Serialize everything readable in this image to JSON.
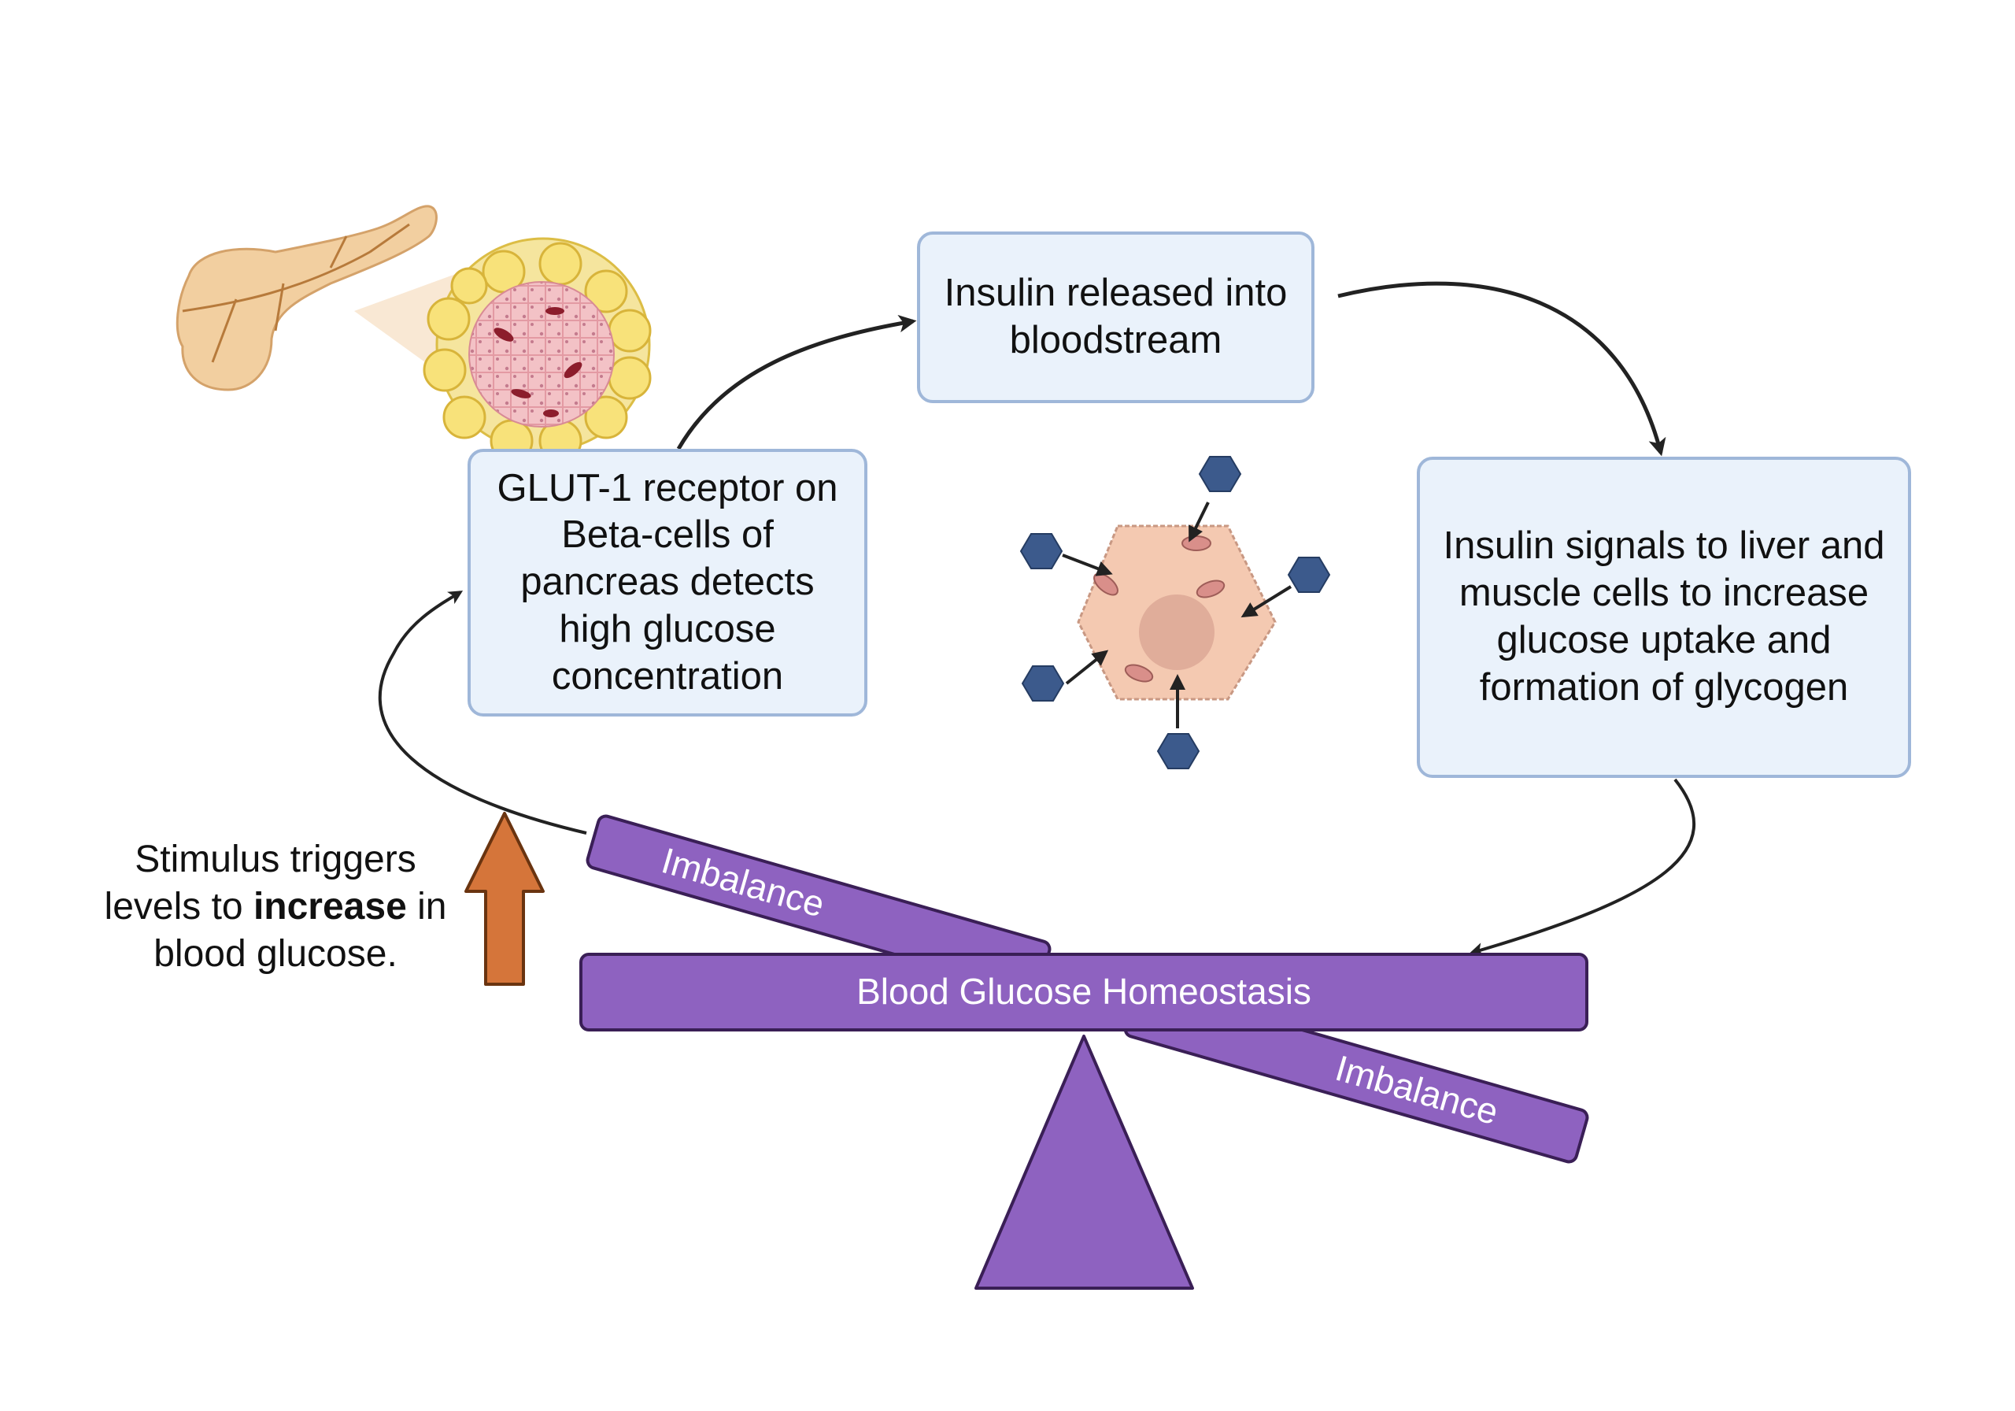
{
  "boxes": {
    "insulin_released": "Insulin released into bloodstream",
    "glut1": "GLUT-1 receptor on Beta-cells of pancreas detects high glucose concentration",
    "insulin_signals": "Insulin signals to liver and muscle cells to increase glucose uptake and formation of glycogen"
  },
  "stimulus": {
    "before": "Stimulus triggers levels to ",
    "bold": "increase",
    "after": " in blood glucose."
  },
  "scale": {
    "beam_label": "Blood Glucose Homeostasis",
    "upper_label": "Imbalance",
    "lower_label": "Imbalance"
  },
  "colors": {
    "purple": "#8e62c0",
    "purple_dark": "#3a1f56",
    "box_fill": "#eaf2fb",
    "box_border": "#9fb7d9",
    "stimulus_arrow": "#d5753a",
    "glucose_hexagon": "#3c5a8c",
    "cell_fill": "#f4c9b1",
    "pancreas": "#f2cfa0"
  },
  "icons": [
    "pancreas-icon",
    "islet-icon",
    "cell-icon",
    "glucose-icon",
    "up-arrow-icon"
  ]
}
